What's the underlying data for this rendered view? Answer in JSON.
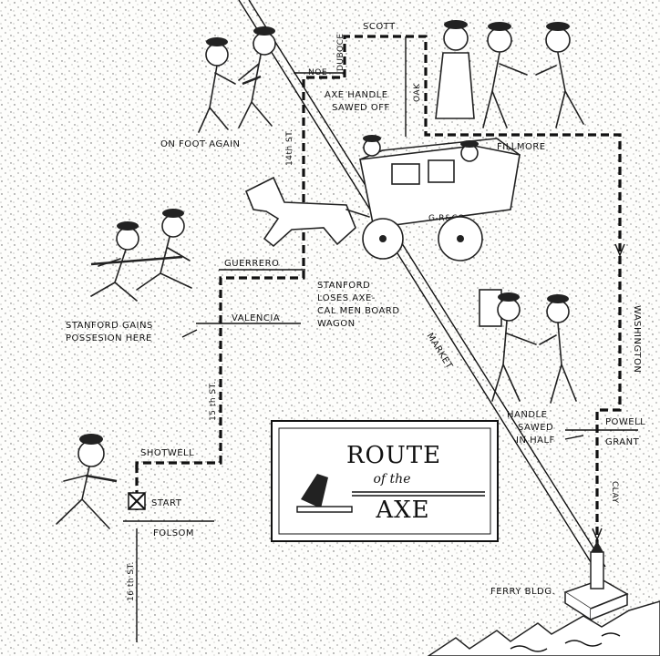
{
  "title": {
    "line1": "ROUTE",
    "line2": "of the",
    "line3": "AXE"
  },
  "streets": {
    "noe": "NOE",
    "duboce": "DUBOCE",
    "scott": "SCOTT",
    "oak": "OAK",
    "fillmore": "FILLMORE",
    "washington": "WASHINGTON",
    "powell": "POWELL",
    "grant": "GRANT",
    "clay": "CLAY",
    "market": "MARKET",
    "fourteenth": "14th ST.",
    "guerrero": "GUERRERO",
    "valencia": "VALENCIA",
    "fifteenth": "15 th ST.",
    "shotwell": "SHOTWELL",
    "folsom": "FOLSOM",
    "sixteenth": "16 th ST."
  },
  "annotations": {
    "axe_handle": [
      "AXE HANDLE",
      "SAWED OFF"
    ],
    "on_foot": "ON FOOT AGAIN",
    "stanford_gains": [
      "STANFORD GAINS",
      "POSSESION HERE"
    ],
    "stanford_loses": [
      "STANFORD",
      "LOSES AXE-",
      "CAL MEN BOARD",
      "WAGON"
    ],
    "handle_half": [
      "HANDLE",
      "SAWED",
      "IN HALF"
    ],
    "start": "START",
    "ferry": "FERRY BLDG.",
    "wagon_sign": "G-R&CO"
  }
}
